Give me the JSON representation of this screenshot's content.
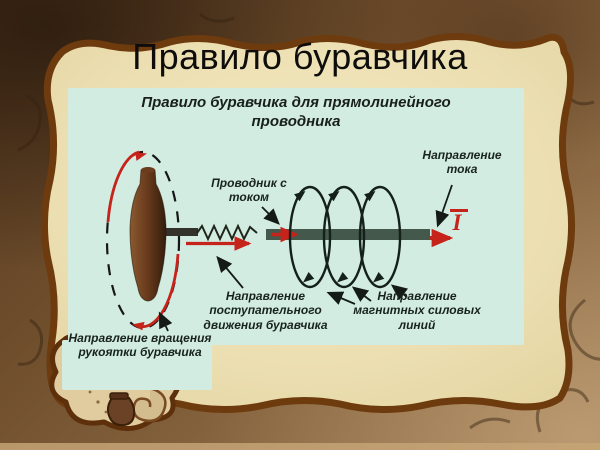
{
  "slide": {
    "title": "Правило буравчика"
  },
  "diagram": {
    "title": "Правило буравчика для прямолинейного проводника",
    "labels": {
      "conductor": "Проводник с током",
      "current_direction": "Направление тока",
      "current_symbol": "I",
      "translational_motion": "Направление поступательного движения буравчика",
      "magnetic_field_lines": "Направление магнитных силовых линий",
      "handle_rotation": "Направление вращения рукоятки буравчика"
    },
    "colors": {
      "panel_bg": "#d2ece2",
      "arrow_red": "#c6231b",
      "conductor_bar": "#44584b",
      "line_dark": "#141b16"
    }
  },
  "background": {
    "parchment": "#ecdfb2",
    "frame": "#7a5636",
    "border_line": "#6d3b0d"
  }
}
